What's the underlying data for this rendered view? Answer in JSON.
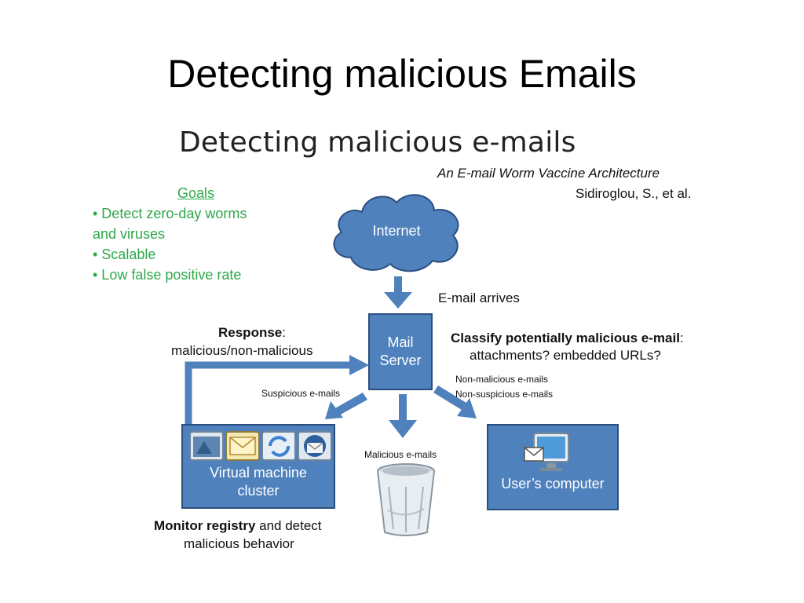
{
  "slide": {
    "title": "Detecting malicious Emails"
  },
  "figure": {
    "title": "Detecting malicious e-mails",
    "paper_title": "An E-mail Worm Vaccine Architecture",
    "paper_authors": "Sidiroglou, S., et al."
  },
  "goals": {
    "heading": "Goals",
    "items": [
      "• Detect zero-day worms",
      "and viruses",
      "• Scalable",
      "• Low false positive rate"
    ],
    "color": "#2ea84a"
  },
  "nodes": {
    "internet": "Internet",
    "mail_server": [
      "Mail",
      "Server"
    ],
    "vm_cluster": [
      "Virtual machine",
      "cluster"
    ],
    "users_computer": "User’s computer"
  },
  "labels": {
    "email_arrives": "E-mail arrives",
    "response_bold": "Response",
    "response_colon": ":",
    "response_value": "malicious/non-malicious",
    "classify_bold": "Classify potentially malicious e-mail",
    "classify_colon": ":",
    "classify_value": "attachments? embedded URLs?",
    "suspicious": "Suspicious e-mails",
    "non_malicious": "Non-malicious e-mails",
    "non_suspicious": "Non-suspicious e-mails",
    "malicious": "Malicious e-mails",
    "monitor_bold": "Monitor registry",
    "monitor_rest": " and detect",
    "monitor_line2": "malicious behavior"
  },
  "icons": [
    "cloud-icon",
    "app-window-icon",
    "outlook-icon",
    "refresh-window-icon",
    "thunderbird-icon",
    "recycle-bin-icon",
    "monitor-mail-icon",
    "arrow-icon"
  ],
  "colors": {
    "box_fill": "#4f81bd",
    "box_border": "#2a4f7f",
    "arrow": "#4f81bd",
    "goals_text": "#2ea84a"
  }
}
